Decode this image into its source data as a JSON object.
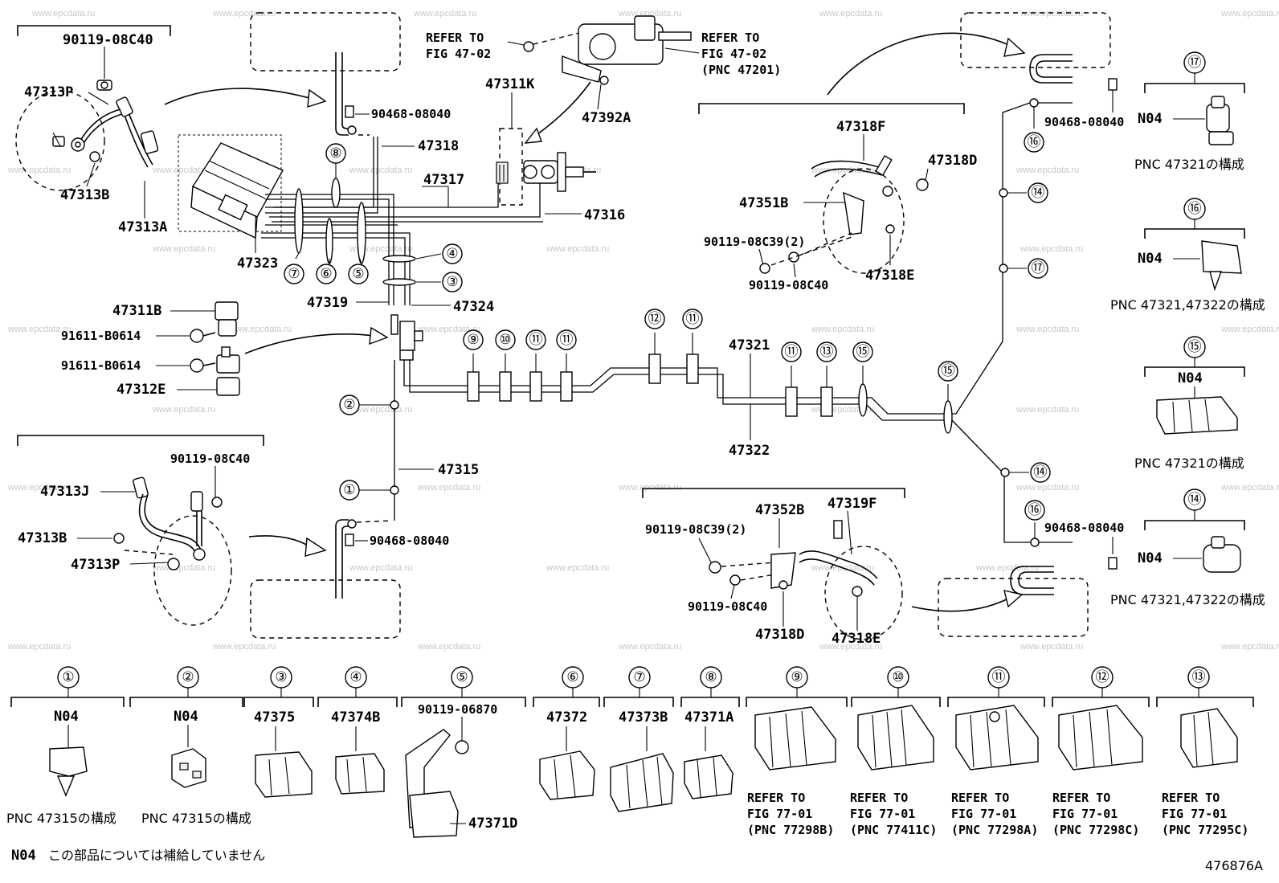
{
  "diagram_id": "476876A",
  "watermark": "www.epcdata.ru",
  "footnote": {
    "code": "N04",
    "text": "この部品については補給していません"
  },
  "labels": {
    "p90119_08C40_a": "90119-08C40",
    "p47313P_a": "47313P",
    "p47313B_a": "47313B",
    "p47313A": "47313A",
    "refer_47_02_a1": "REFER TO",
    "refer_47_02_a2": "FIG 47-02",
    "refer_47_02_b1": "REFER TO",
    "refer_47_02_b2": "FIG 47-02",
    "refer_47_02_b3": "(PNC 47201)",
    "p47311K": "47311K",
    "p47392A": "47392A",
    "p90468_08040_a": "90468-08040",
    "p47318": "47318",
    "p47317": "47317",
    "p47316": "47316",
    "p47323": "47323",
    "p47319": "47319",
    "p47324": "47324",
    "p47311B": "47311B",
    "p91611_B0614_a": "91611-B0614",
    "p91611_B0614_b": "91611-B0614",
    "p47312E": "47312E",
    "p47315": "47315",
    "p90468_08040_b": "90468-08040",
    "p90119_08C40_b": "90119-08C40",
    "p47313J": "47313J",
    "p47313B_b": "47313B",
    "p47313P_b": "47313P",
    "p47318F": "47318F",
    "p47318D_a": "47318D",
    "p47351B": "47351B",
    "p90119_08C39_a": "90119-08C39(2)",
    "p90119_08C40_c": "90119-08C40",
    "p47318E_a": "47318E",
    "p90468_08040_c": "90468-08040",
    "p47321": "47321",
    "p47322": "47322",
    "p47352B": "47352B",
    "p47319F": "47319F",
    "p90119_08C39_b": "90119-08C39(2)",
    "p90119_08C40_d": "90119-08C40",
    "p47318D_b": "47318D",
    "p47318E_b": "47318E",
    "p90468_08040_d": "90468-08040"
  },
  "side_legend": [
    {
      "num": "⑰",
      "code": "N04",
      "caption": "PNC 47321の構成"
    },
    {
      "num": "⑯",
      "code": "N04",
      "caption": "PNC 47321,47322の構成"
    },
    {
      "num": "⑮",
      "code": "N04",
      "caption": "PNC 47321の構成"
    },
    {
      "num": "⑭",
      "code": "N04",
      "caption": "PNC 47321,47322の構成"
    }
  ],
  "bottom_legend": [
    {
      "num": "①",
      "part": "N04",
      "caption": "PNC 47315の構成"
    },
    {
      "num": "②",
      "part": "N04",
      "caption": "PNC 47315の構成"
    },
    {
      "num": "③",
      "part": "47375"
    },
    {
      "num": "④",
      "part": "47374B"
    },
    {
      "num": "⑤",
      "part": "90119-06870",
      "extra": "47371D"
    },
    {
      "num": "⑥",
      "part": "47372"
    },
    {
      "num": "⑦",
      "part": "47373B"
    },
    {
      "num": "⑧",
      "part": "47371A"
    },
    {
      "num": "⑨",
      "refer": [
        "REFER TO",
        "FIG 77-01",
        "(PNC 77298B)"
      ]
    },
    {
      "num": "⑩",
      "refer": [
        "REFER TO",
        "FIG 77-01",
        "(PNC 77411C)"
      ]
    },
    {
      "num": "⑪",
      "refer": [
        "REFER TO",
        "FIG 77-01",
        "(PNC 77298A)"
      ]
    },
    {
      "num": "⑫",
      "refer": [
        "REFER TO",
        "FIG 77-01",
        "(PNC 77298C)"
      ]
    },
    {
      "num": "⑬",
      "refer": [
        "REFER TO",
        "FIG 77-01",
        "(PNC 77295C)"
      ]
    }
  ],
  "callouts": {
    "c8": "⑧",
    "c7": "⑦",
    "c6": "⑥",
    "c5": "⑤",
    "c4": "④",
    "c3": "③",
    "c2": "②",
    "c1": "①",
    "c9": "⑨",
    "c10": "⑩",
    "c11a": "⑪",
    "c11b": "⑪",
    "c12": "⑫",
    "c11c": "⑪",
    "c11d": "⑪",
    "c13": "⑬",
    "c15a": "⑮",
    "c15b": "⑮",
    "c16a": "⑯",
    "c14a": "⑭",
    "c17": "⑰",
    "c14b": "⑭",
    "c16b": "⑯"
  }
}
